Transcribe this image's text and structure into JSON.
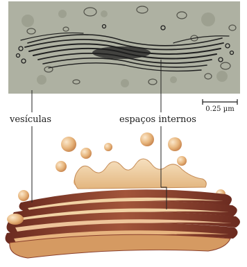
{
  "labels": {
    "vesicles": "vesículas",
    "internal_spaces": "espaços internos"
  },
  "scale_bar": {
    "label": "0.25 µm"
  },
  "colors": {
    "micrograph_bg": "#aeb1a2",
    "membrane_dark": "#1f1f1f",
    "drawing_light": "#f1d2a4",
    "drawing_mid": "#d99e63",
    "drawing_dark": "#8a3f2c",
    "leader_line": "#222222"
  }
}
